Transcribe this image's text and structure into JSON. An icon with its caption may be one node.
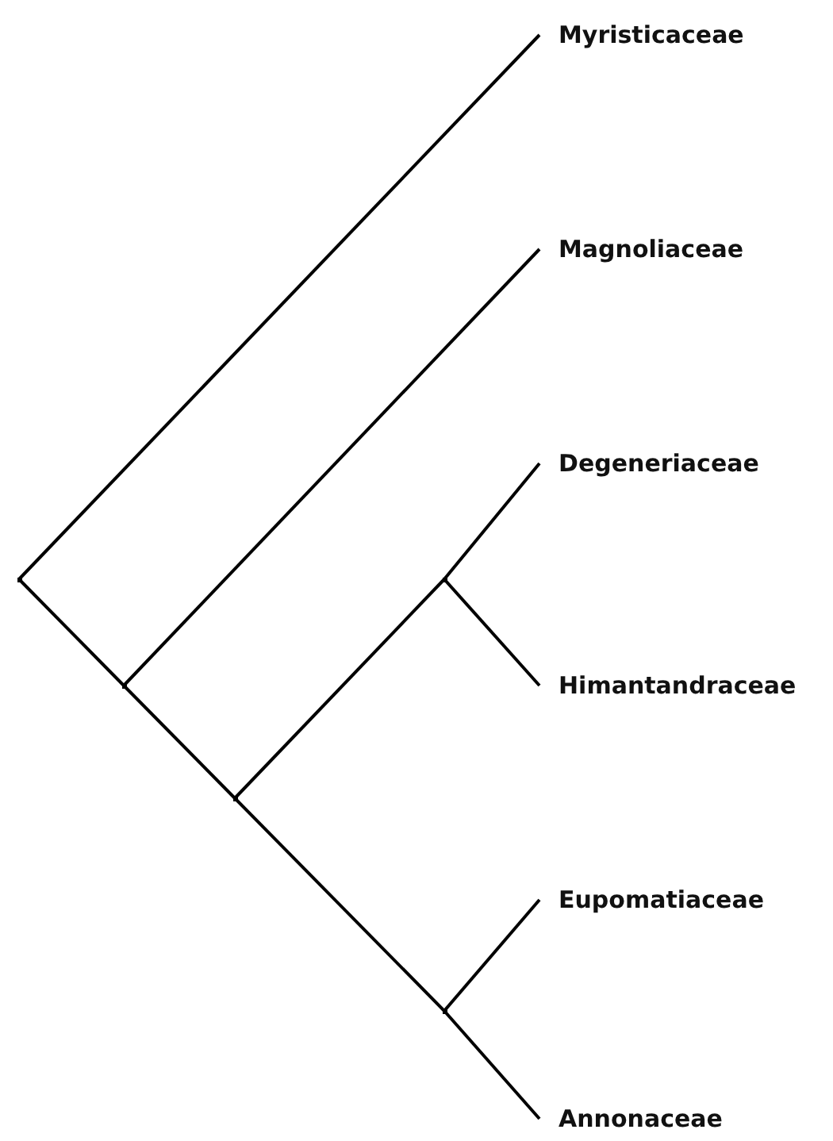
{
  "diagram": {
    "nodes": [
      {
        "text": [
          "Myristicaceae"
        ]
      },
      {
        "text": [
          "Magnoliaceae"
        ]
      },
      {
        "text": [
          "Degeneriaceae"
        ]
      },
      {
        "text": [
          "Himantandraceae"
        ]
      },
      {
        "text": [
          "Eupomatiaceae"
        ]
      },
      {
        "text": [
          "Annonaceae"
        ]
      },
      {
        "text": [],
        "shape": "point"
      },
      {
        "text": [],
        "shape": "point"
      },
      {
        "text": [],
        "shape": "point"
      },
      {
        "text": [],
        "shape": "point"
      },
      {
        "text": [],
        "shape": "point"
      }
    ],
    "edges": [
      {
        "from": 6,
        "to": 0,
        "arrow": "none"
      },
      {
        "from": 6,
        "to": 7,
        "arrow": "none"
      },
      {
        "from": 7,
        "to": 1,
        "arrow": "none"
      },
      {
        "from": 7,
        "to": 8,
        "arrow": "none"
      },
      {
        "from": 8,
        "to": 9,
        "arrow": "none"
      },
      {
        "from": 9,
        "to": 2,
        "arrow": "none"
      },
      {
        "from": 9,
        "to": 3,
        "arrow": "none"
      },
      {
        "from": 8,
        "to": 10,
        "arrow": "none"
      },
      {
        "from": 10,
        "to": 4,
        "arrow": "none"
      },
      {
        "from": 10,
        "to": 5,
        "arrow": "none"
      }
    ]
  }
}
